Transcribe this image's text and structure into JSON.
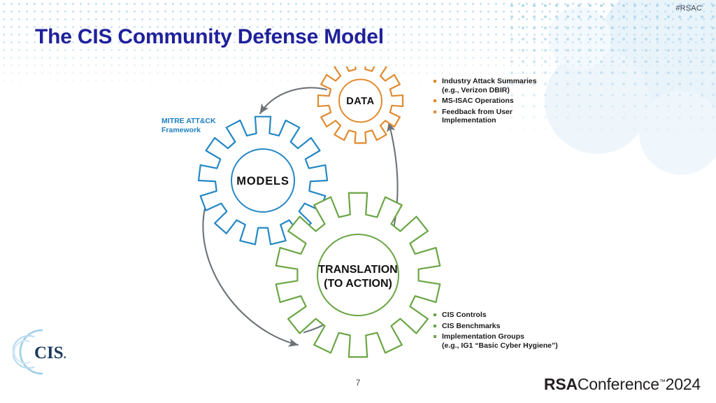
{
  "slide": {
    "hashtag": "#RSAC",
    "title": "The CIS Community Defense Model",
    "page_number": "7"
  },
  "diagram": {
    "gears": [
      {
        "id": "data",
        "label": "DATA",
        "color": "#e08a2e",
        "teeth": 12
      },
      {
        "id": "models",
        "label": "MODELS",
        "color": "#2487c4",
        "teeth": 13
      },
      {
        "id": "translation",
        "label_line1": "TRANSLATION",
        "label_line2": "(TO ACTION)",
        "color": "#6aa544",
        "teeth": 14
      }
    ],
    "arrow_color": "#6d7278",
    "arrows": [
      {
        "name": "data-to-models",
        "from": "data",
        "to": "models"
      },
      {
        "name": "models-to-translation",
        "from": "models",
        "to": "translation"
      },
      {
        "name": "translation-to-data",
        "from": "translation",
        "to": "data"
      }
    ]
  },
  "mitre": {
    "line1": "MITRE ATT&CK",
    "line2": "Framework",
    "color": "#1b7fc0"
  },
  "data_bullets": {
    "bullet_color": "#e08a2e",
    "items": [
      {
        "text": "Industry Attack Summaries",
        "sub": "(e.g., Verizon DBIR)"
      },
      {
        "text": "MS-ISAC Operations",
        "sub": ""
      },
      {
        "text": "Feedback from User",
        "sub": "Implementation"
      }
    ]
  },
  "translation_bullets": {
    "bullet_color": "#6aa544",
    "items": [
      {
        "text": "CIS Controls",
        "sub": ""
      },
      {
        "text": "CIS Benchmarks",
        "sub": ""
      },
      {
        "text": "Implementation Groups",
        "sub": "(e.g., IG1 “Basic Cyber Hygiene”)"
      }
    ]
  },
  "footer": {
    "rsa_brand": "RSA",
    "rsa_conference": "Conference",
    "rsa_tm": "™",
    "rsa_year": "2024",
    "cis_logo_text": "CIS",
    "cis_logo_dot": "."
  },
  "colors": {
    "title": "#1f219b",
    "data_gear": "#e08a2e",
    "models_gear": "#2487c4",
    "translation_gear": "#6aa544",
    "arrow": "#6d7278",
    "dot_grid": "#bfdff0"
  }
}
